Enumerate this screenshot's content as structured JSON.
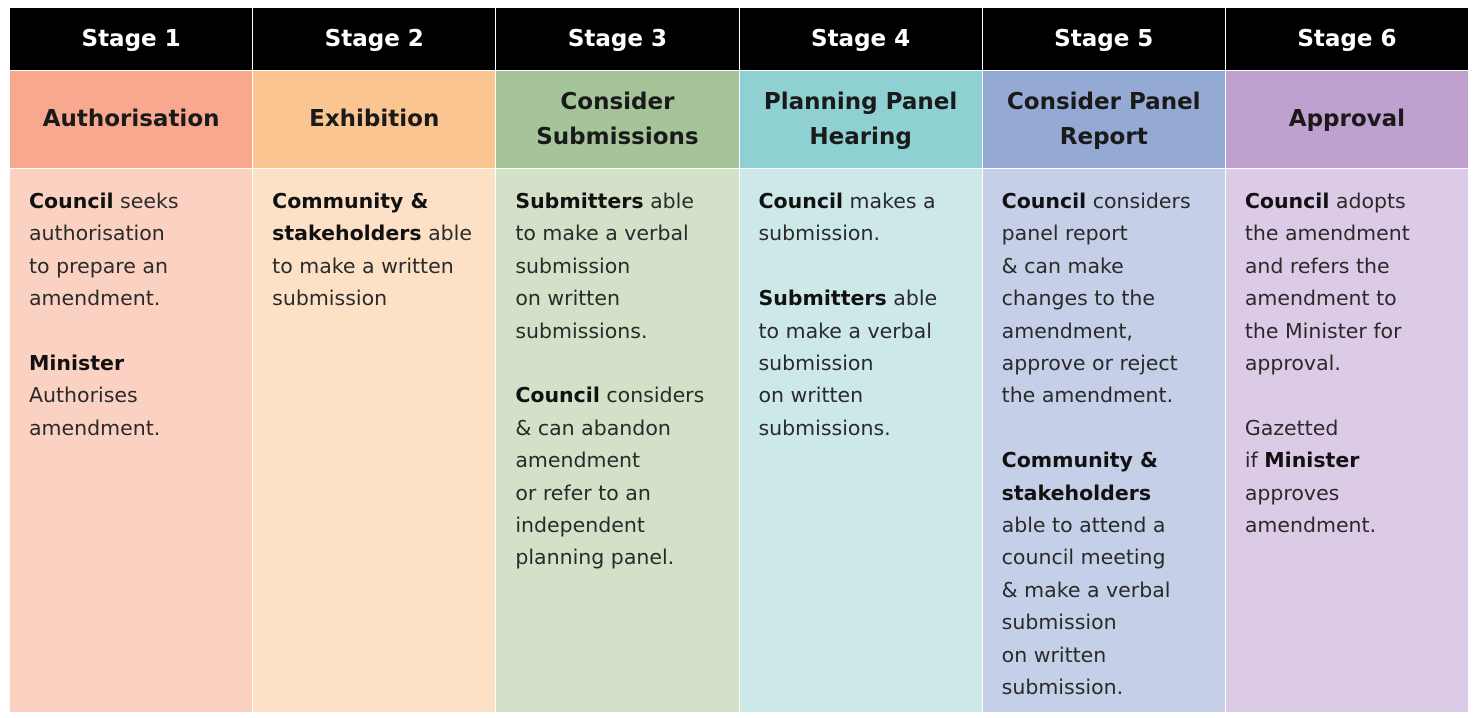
{
  "stages": [
    {
      "stage": "Stage 1",
      "title": "Authorisation",
      "title_color": "#f8a88e",
      "body_color": "#fbd2c2",
      "paragraphs": [
        {
          "bold": "Council",
          "text": " seeks\nauthorisation\nto prepare an\namendment."
        },
        {
          "bold": "Minister",
          "text": "\nAuthorises\namendment."
        }
      ]
    },
    {
      "stage": "Stage 2",
      "title": "Exhibition",
      "title_color": "#fbc592",
      "body_color": "#fde1c6",
      "paragraphs": [
        {
          "bold": "Community &\nstakeholders",
          "text": " able\nto make a written\nsubmission"
        }
      ]
    },
    {
      "stage": "Stage 3",
      "title": "Consider\nSubmissions",
      "title_color": "#a6c49a",
      "body_color": "#d2e1c8",
      "paragraphs": [
        {
          "bold": "Submitters",
          "text": " able\nto make a verbal\nsubmission\non written\nsubmissions."
        },
        {
          "bold": "Council",
          "text": " considers\n& can abandon\namendment\nor refer to an\nindependent\nplanning panel."
        }
      ]
    },
    {
      "stage": "Stage 4",
      "title": "Planning Panel\nHearing",
      "title_color": "#8fd0d2",
      "body_color": "#cce8e8",
      "paragraphs": [
        {
          "bold": "Council",
          "text": " makes a\nsubmission."
        },
        {
          "bold": "Submitters",
          "text": " able\nto make a verbal\nsubmission\non written\nsubmissions."
        }
      ]
    },
    {
      "stage": "Stage 5",
      "title": "Consider Panel\nReport",
      "title_color": "#94a9d4",
      "body_color": "#c6cfe8",
      "paragraphs": [
        {
          "bold": "Council",
          "text": " considers\npanel report\n& can make\nchanges to the\namendment,\napprove or reject\nthe amendment."
        },
        {
          "bold": "Community &\nstakeholders",
          "text": "\nable to attend a\ncouncil meeting\n& make a verbal\nsubmission\non written\nsubmission."
        }
      ]
    },
    {
      "stage": "Stage 6",
      "title": "Approval",
      "title_color": "#bfa0cf",
      "body_color": "#dccbe6",
      "paragraphs": [
        {
          "bold": "Council",
          "text": " adopts\nthe amendment\nand refers the\namendment to\nthe Minister for\napproval."
        },
        {
          "pre": "Gazetted\nif ",
          "bold": "Minister",
          "text": "\napproves\namendment."
        }
      ]
    }
  ]
}
